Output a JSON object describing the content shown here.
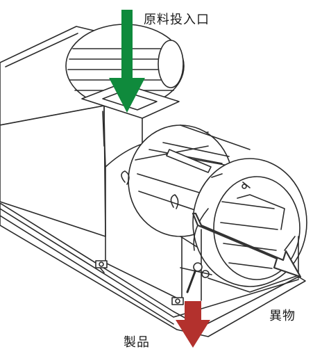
{
  "labels": {
    "inlet": "原料投入口",
    "foreign": "異物",
    "product": "製品"
  },
  "colors": {
    "inlet_arrow": "#0f8a3c",
    "product_arrow": "#b3312d",
    "foreign_arrow_fill": "#ffffff",
    "line": "#2b2b2b"
  },
  "icons": {
    "inlet_arrow": "arrow-down",
    "product_arrow": "arrow-down",
    "foreign_arrow": "arrow-right-down"
  }
}
